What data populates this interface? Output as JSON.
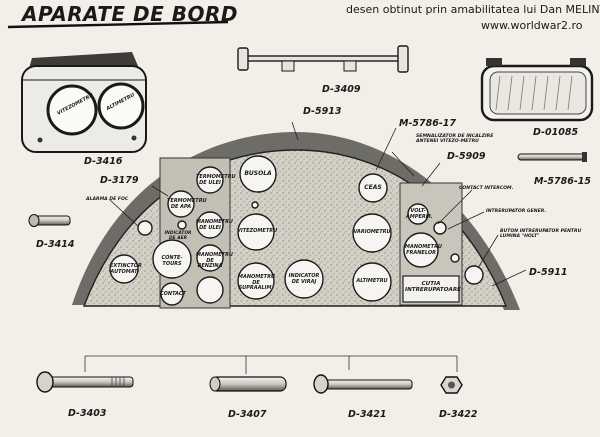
{
  "title": "APARATE DE BORD",
  "credit": {
    "line1": "desen obtinut prin amabilitatea lui Dan MELINTE",
    "line2": "www.worldwar2.ro"
  },
  "parts": {
    "d3416": "D-3416",
    "d3409": "D-3409",
    "d5913": "D-5913",
    "d01085": "D-01085",
    "m578617": "M-5786-17",
    "d5909": "D-5909",
    "m578615": "M-5786-15",
    "d3179": "D-3179",
    "d3414": "D-3414",
    "d5911": "D-5911",
    "d3403": "D-3403",
    "d3407": "D-3407",
    "d3421": "D-3421",
    "d3422": "D-3422"
  },
  "instruments": {
    "busola": "BUSOLA",
    "ceas": "CEAS",
    "vitezometru": "VITEZOMETRU",
    "variometru": "VARIOMETRU",
    "altimetru": "ALTIMETRU",
    "indicator_viraj": "INDICATOR DE VIRAJ",
    "manometru_supraalim": "MANOMETRU DE SUPRAALIM.",
    "manometru_franelor": "MANOMETRU FRANELOR",
    "voltampermetru": "VOLT-AMPERM.",
    "conte_tours": "CONTE-TOURS",
    "contact": "CONTACT",
    "extinctor": "EXTINCTOR AUTOMAT",
    "termometru_ulei": "TERMOMETRU DE ULEI",
    "termometru_apa": "TERMOMETRU DE APA",
    "manometru_ulei": "MANOMETRU DE ULEI",
    "manometru_benzina": "MANOMETRU DE BENZINA",
    "indicator_aer": "INDICATOR DE AER",
    "cutia_intrerupatoare": "CUTIA INTRERUPATOARE",
    "side_vitezometru": "VITEZOMETRU",
    "side_altimetru": "ALTIMETRU"
  },
  "notes": {
    "semnalizator": "SEMNALIZATOR DE INCALZIRE ANTENEI VITEZO-METRU",
    "contact_intercom": "CONTACT INTERCOM.",
    "intrerupator_gener": "INTRERUPATOR GENER.",
    "buton_lumina": "BUTON INTRERUPATOR PENTRU LUMINA \"HOLT\"",
    "alarma_foc": "ALARMA DE FOC"
  }
}
